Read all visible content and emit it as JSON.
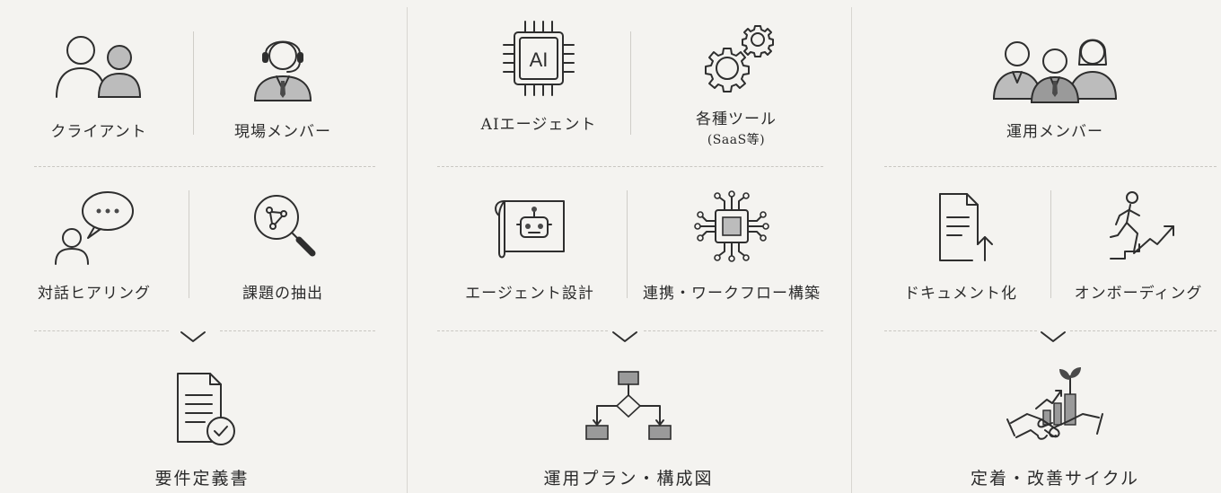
{
  "columns": [
    {
      "row1": [
        {
          "label": "クライアント",
          "icon": "two-people-icon"
        },
        {
          "label": "現場メンバー",
          "icon": "headset-person-icon"
        }
      ],
      "row2": [
        {
          "label": "対話ヒアリング",
          "icon": "speech-bubble-icon"
        },
        {
          "label": "課題の抽出",
          "icon": "magnifier-network-icon"
        }
      ],
      "result": {
        "label": "要件定義書",
        "icon": "document-check-icon"
      }
    },
    {
      "row1": [
        {
          "label": "AIエージェント",
          "icon": "ai-chip-icon",
          "chip_text": "AI"
        },
        {
          "label": "各種ツール",
          "sublabel": "(SaaS等)",
          "icon": "gears-icon"
        }
      ],
      "row2": [
        {
          "label": "エージェント設計",
          "icon": "robot-blueprint-icon"
        },
        {
          "label": "連携・ワークフロー構築",
          "icon": "circuit-chip-icon"
        }
      ],
      "result": {
        "label": "運用プラン・構成図",
        "icon": "flowchart-icon"
      }
    },
    {
      "row1": [
        {
          "label": "運用メンバー",
          "icon": "team-icon"
        }
      ],
      "row2": [
        {
          "label": "ドキュメント化",
          "icon": "document-upload-icon"
        },
        {
          "label": "オンボーディング",
          "icon": "climbing-person-icon"
        }
      ],
      "result": {
        "label": "定着・改善サイクル",
        "icon": "handshake-growth-icon"
      }
    }
  ],
  "colors": {
    "background": "#f4f3f0",
    "stroke": "#2e2e2e",
    "fill": "#4a4a4a"
  }
}
